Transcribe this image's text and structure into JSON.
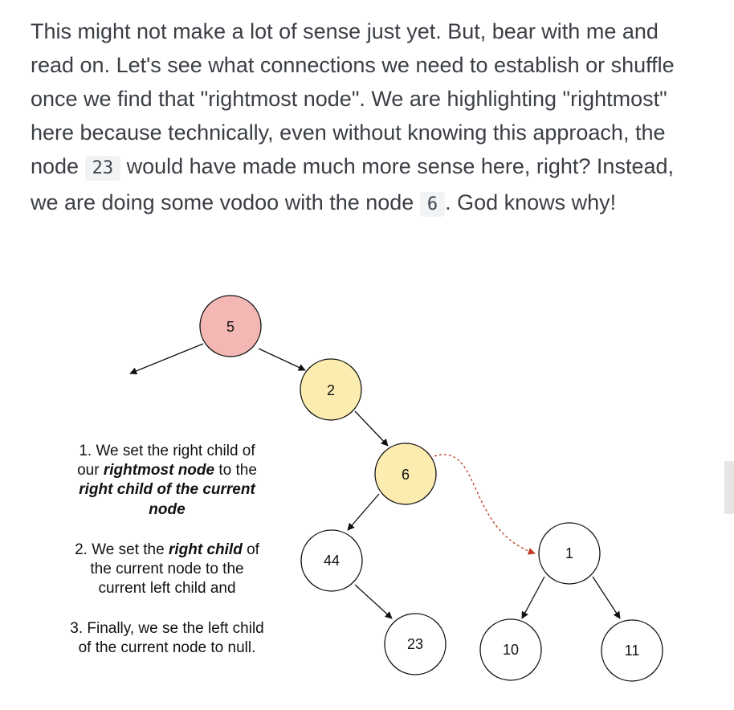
{
  "paragraph": {
    "p1": "This might not make a lot of sense just yet. But, bear with me and read on. Let's see what connections we need to establish or shuffle once we find that \"rightmost node\". We are highlighting \"rightmost\" here because technically, even without knowing this approach, the node",
    "code1": "23",
    "p2": "would have made much more sense here, right? Instead, we are doing some vodoo with the node",
    "code2": "6",
    "p3": ". God knows why!"
  },
  "diagram": {
    "nodes": {
      "n5": "5",
      "n2": "2",
      "n6": "6",
      "n44": "44",
      "n23": "23",
      "n1": "1",
      "n10": "10",
      "n11": "11"
    },
    "colors": {
      "root_fill": "#f4b8b4",
      "highlight_fill": "#fcecb0",
      "plain_fill": "#ffffff",
      "dashed_edge": "#c0392b"
    },
    "steps": {
      "s1_a": "1. We set the right child of",
      "s1_b_pre": "our ",
      "s1_b_em": "rightmost node",
      "s1_b_post": " to the",
      "s1_c": "right child of the current",
      "s1_d": "node",
      "s2_a_pre": "2. We set the ",
      "s2_a_em": "right child",
      "s2_a_post": " of",
      "s2_b": "the current node to the",
      "s2_c": "current left child and",
      "s3_a": "3. Finally, we se the left child",
      "s3_b": "of the current node to null."
    }
  }
}
